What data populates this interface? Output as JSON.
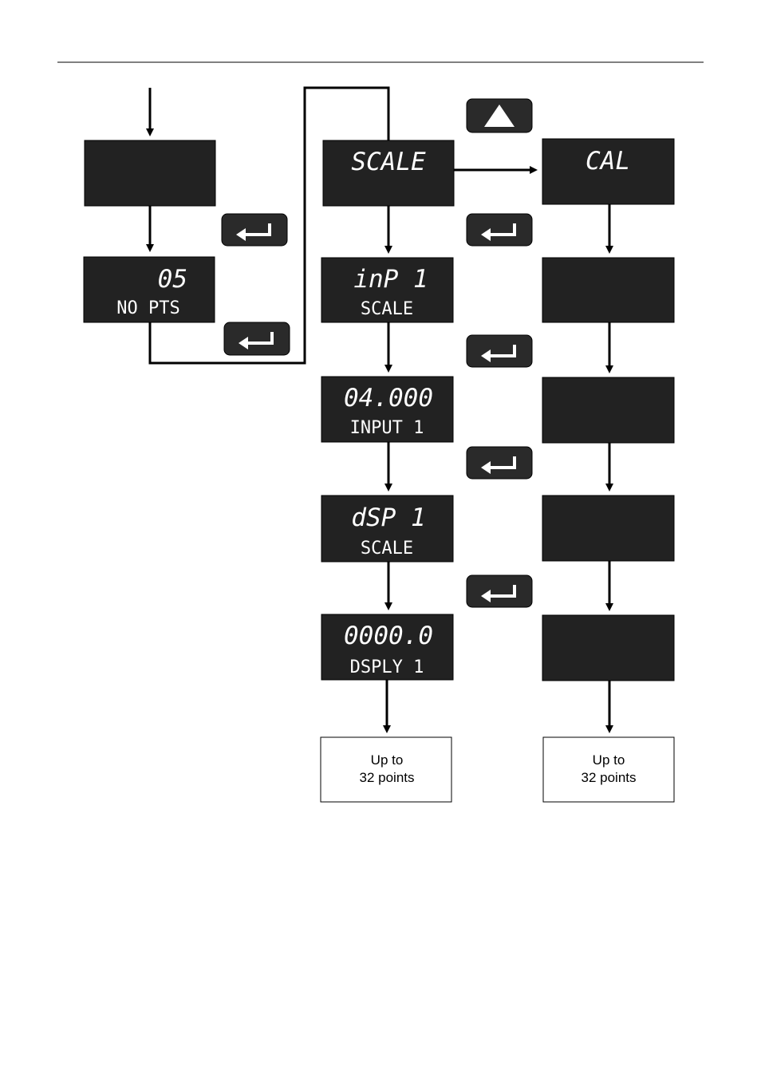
{
  "colors": {
    "display_bg": "#222222",
    "display_text": "#ffffff",
    "line": "#000000",
    "button_bg": "#2a2a2a",
    "button_icon": "#ffffff"
  },
  "displays": {
    "start_blank": {
      "top": "",
      "bottom": ""
    },
    "no_pts": {
      "top": "05",
      "bottom": "NO PTS"
    },
    "scale": {
      "top": "SCALE",
      "bottom": ""
    },
    "inp1": {
      "top": "inP 1",
      "bottom": "SCALE"
    },
    "input1": {
      "top": "04.000",
      "bottom": "INPUT 1"
    },
    "dsp1": {
      "top": "dSP 1",
      "bottom": "SCALE"
    },
    "dsply1": {
      "top": "0000.0",
      "bottom": "DSPLY 1"
    },
    "cal": {
      "top": "CAL",
      "bottom": ""
    },
    "cal_blank_1": {
      "top": "",
      "bottom": ""
    },
    "cal_blank_2": {
      "top": "",
      "bottom": ""
    },
    "cal_blank_3": {
      "top": "",
      "bottom": ""
    },
    "cal_blank_4": {
      "top": "",
      "bottom": ""
    }
  },
  "notes": {
    "scale_points": {
      "line1": "Up to",
      "line2": "32 points"
    },
    "cal_points": {
      "line1": "Up to",
      "line2": "32 points"
    }
  },
  "buttons": {
    "enter_icon": "enter-icon",
    "up_icon": "up-arrow-icon"
  }
}
